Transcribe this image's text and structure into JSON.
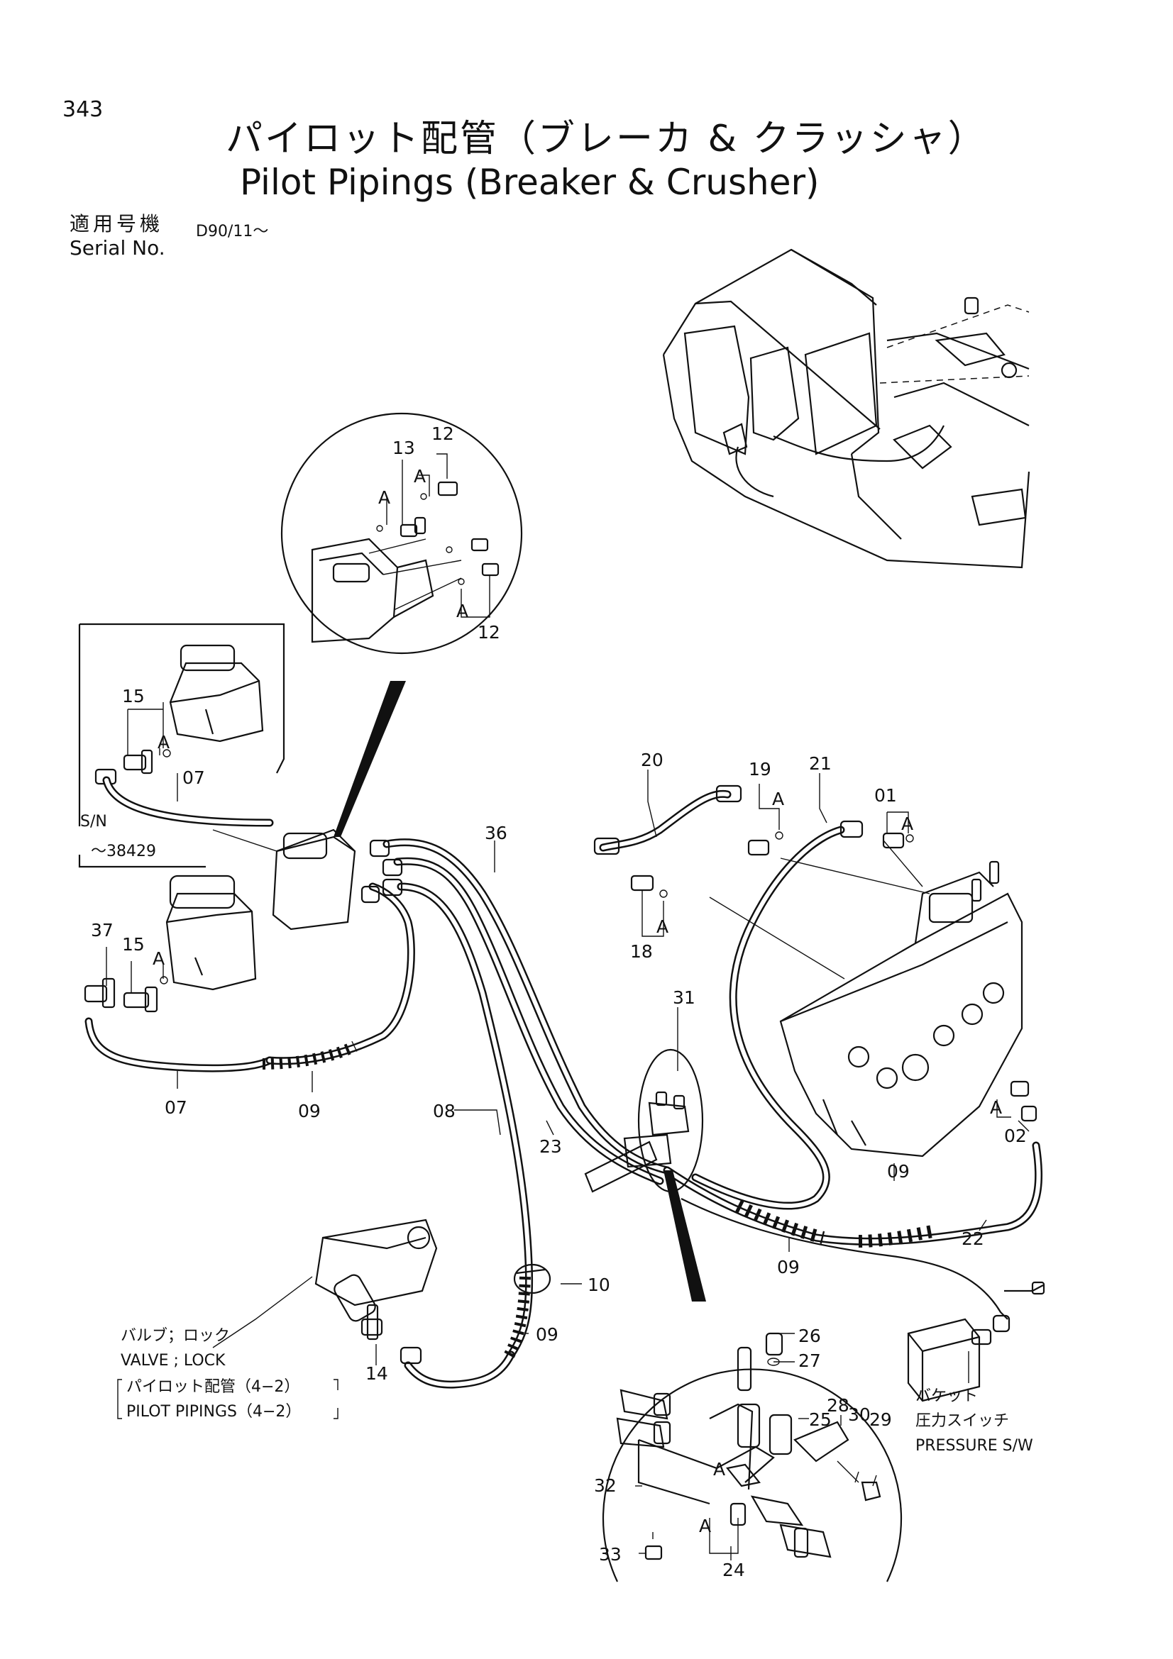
{
  "page": {
    "number": "343",
    "title_ja": "パイロット配管（ブレーカ & クラッシャ）",
    "title_en": "Pilot Pipings (Breaker & Crusher)",
    "serial_label_ja": "適用号機",
    "serial_label_en": "Serial No.",
    "serial_value": "D90/11～"
  },
  "callouts": {
    "p01": "01",
    "p02": "02",
    "p07a": "07",
    "p07b": "07",
    "p08": "08",
    "p09a": "09",
    "p09b": "09",
    "p09c": "09",
    "p09d": "09",
    "p10": "10",
    "p12a": "12",
    "p12b": "12",
    "p13": "13",
    "p14": "14",
    "p15a": "15",
    "p15b": "15",
    "p18": "18",
    "p19": "19",
    "p20": "20",
    "p21": "21",
    "p22": "22",
    "p23": "23",
    "p24": "24",
    "p25": "25",
    "p26": "26",
    "p27": "27",
    "p28": "28",
    "p29": "29",
    "p30": "30",
    "p31": "31",
    "p32": "32",
    "p33": "33",
    "p36": "36",
    "p37": "37"
  },
  "connection_marks": {
    "a1": "A",
    "a2": "A",
    "a3": "A",
    "a4": "A",
    "a5": "A",
    "a6": "A",
    "a7": "A",
    "a8": "A",
    "a9": "A",
    "a10": "A",
    "a11": "A"
  },
  "inset": {
    "sn_label": "S/N",
    "sn_range": "～38429"
  },
  "notes": {
    "valve_ja": "バルブ；ロック",
    "valve_en": "VALVE ; LOCK",
    "ref_ja": "パイロット配管（4−2）",
    "ref_en": "PILOT PIPINGS（4−2）",
    "bucket_ja": "バケット",
    "switch_ja": "圧力スイッチ",
    "switch_en": "PRESSURE S/W"
  }
}
